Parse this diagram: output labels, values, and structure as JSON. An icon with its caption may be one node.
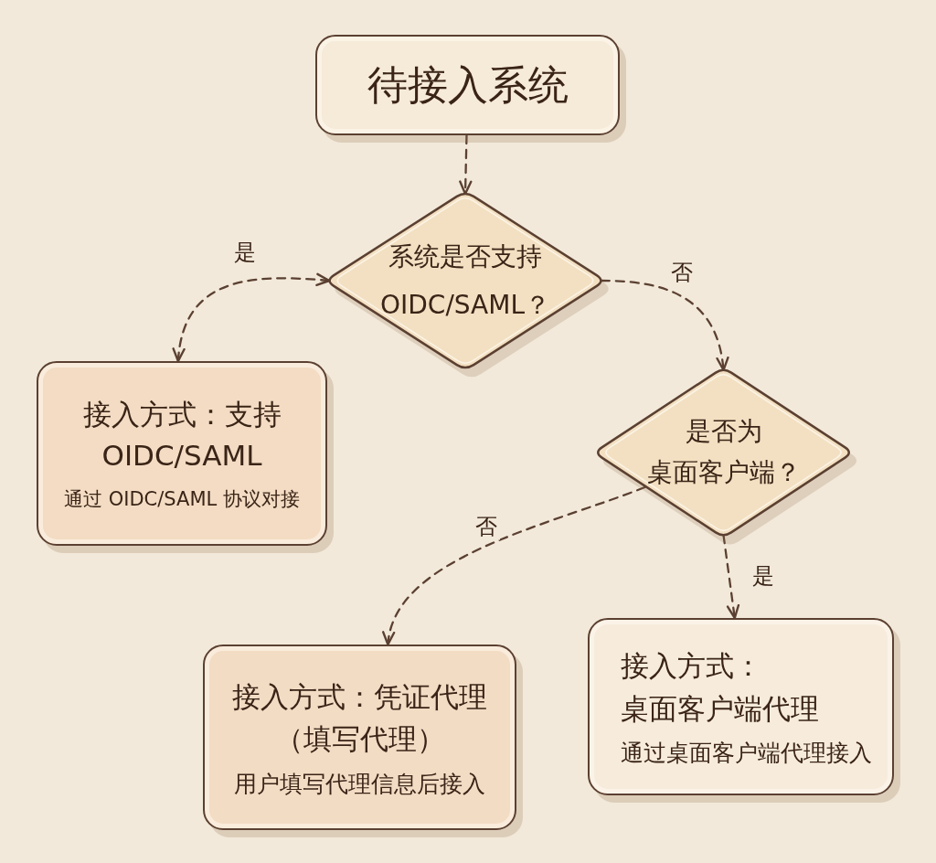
{
  "diagram": {
    "nodes": [
      {
        "text": [
          "待接入系统"
        ]
      },
      {
        "text": [
          "系统是否支持 OIDC/SAML？"
        ]
      },
      {
        "text": [
          "接入方式：支持 OIDC/SAML",
          "通过 OIDC/SAML 协议对接"
        ]
      },
      {
        "text": [
          "是否为桌面客户端？"
        ]
      },
      {
        "text": [
          "接入方式：凭证代理（填写代理）",
          "用户填写代理信息后接入"
        ]
      },
      {
        "text": [
          "接入方式：桌面客户端代理",
          "通过桌面客户端代理接入"
        ]
      }
    ],
    "edges": [
      {
        "from": 0,
        "to": 1,
        "arrow": "to",
        "style": "dashed"
      },
      {
        "from": 1,
        "to": 2,
        "arrow": "both",
        "label": "是",
        "style": "dashed"
      },
      {
        "from": 1,
        "to": 3,
        "arrow": "to",
        "label": "否",
        "style": "dashed"
      },
      {
        "from": 3,
        "to": 4,
        "arrow": "to",
        "label": "否",
        "style": "dashed"
      },
      {
        "from": 3,
        "to": 5,
        "arrow": "to",
        "label": "是",
        "style": "dashed"
      }
    ]
  }
}
